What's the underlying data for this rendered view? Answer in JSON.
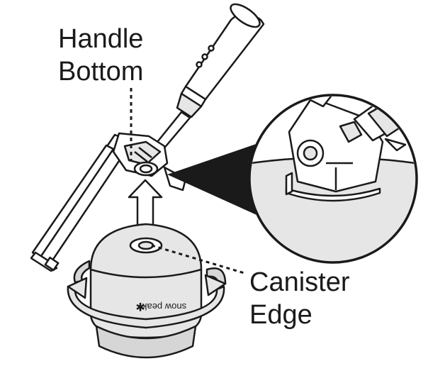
{
  "labels": {
    "handle_line1": "Handle",
    "handle_line2": "Bottom",
    "canister_line1": "Canister",
    "canister_line2": "Edge"
  },
  "canister_brand": "snow peak",
  "colors": {
    "stroke": "#1a1a1a",
    "fill_gray": "#e6e6e6",
    "fill_mid": "#d6d6d6",
    "background": "#ffffff"
  }
}
